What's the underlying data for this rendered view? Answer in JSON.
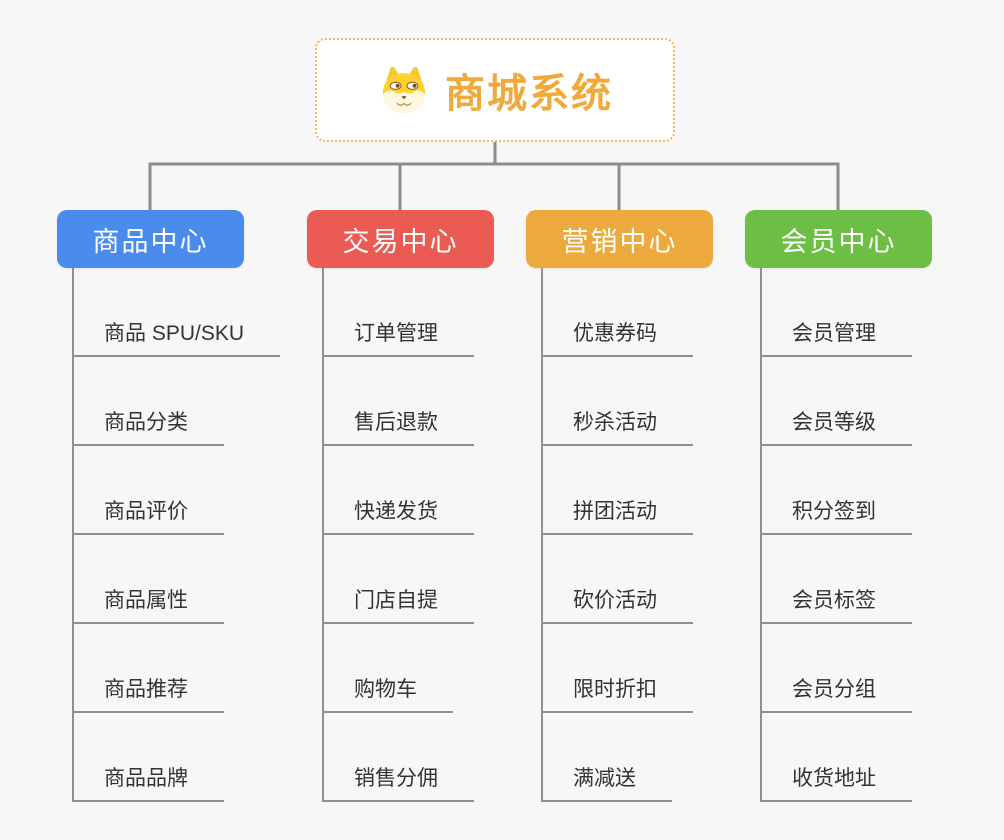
{
  "root": {
    "label": "商城系统",
    "icon": "shiba-dog-icon",
    "text_color": "#F2A93B",
    "border_color": "#F2B45C"
  },
  "connector_color": "#8C8C8C",
  "line_color": "#909090",
  "background_color": "#F7F7F7",
  "branches": [
    {
      "label": "商品中心",
      "color": "#4A8CEE",
      "items": [
        "商品 SPU/SKU",
        "商品分类",
        "商品评价",
        "商品属性",
        "商品推荐",
        "商品品牌"
      ]
    },
    {
      "label": "交易中心",
      "color": "#EA5B54",
      "items": [
        "订单管理",
        "售后退款",
        "快递发货",
        "门店自提",
        "购物车",
        "销售分佣"
      ]
    },
    {
      "label": "营销中心",
      "color": "#ECAA3E",
      "items": [
        "优惠券码",
        "秒杀活动",
        "拼团活动",
        "砍价活动",
        "限时折扣",
        "满减送"
      ]
    },
    {
      "label": "会员中心",
      "color": "#6DBE44",
      "items": [
        "会员管理",
        "会员等级",
        "积分签到",
        "会员标签",
        "会员分组",
        "收货地址"
      ]
    }
  ]
}
